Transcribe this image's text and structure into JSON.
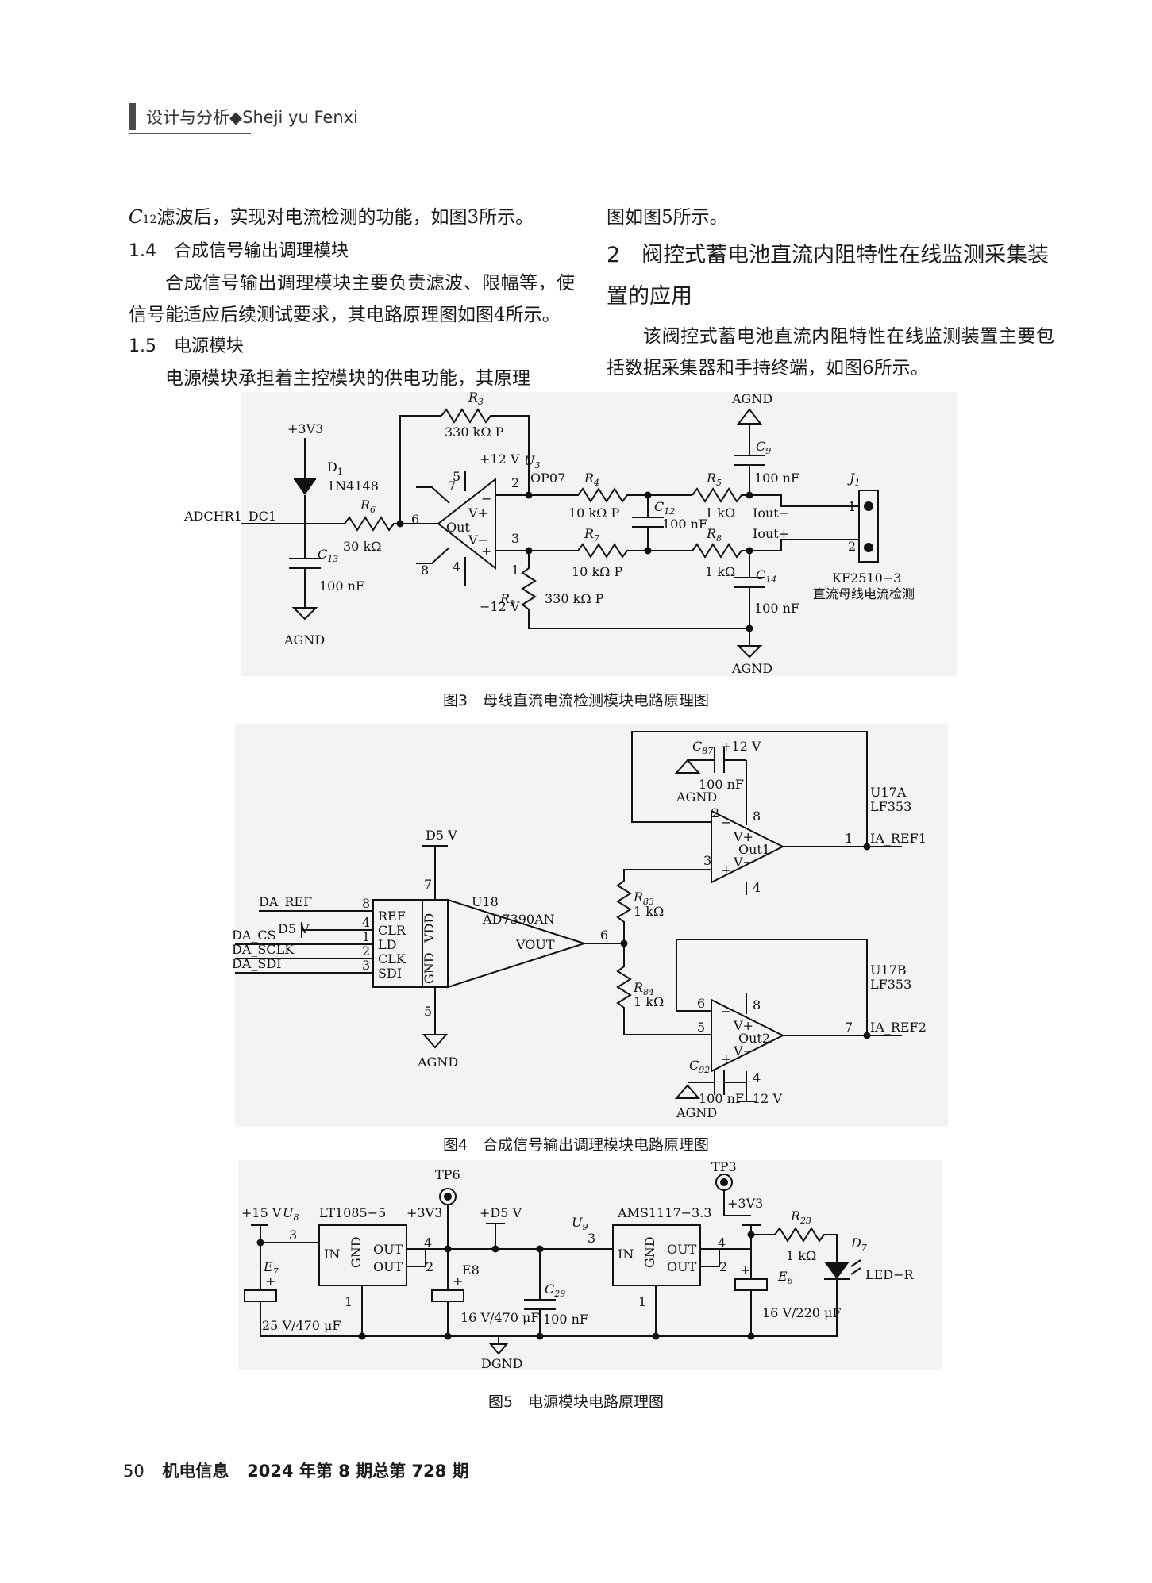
{
  "header": {
    "section_cn": "设计与分析",
    "diamond": "◆",
    "section_en": "Sheji  yu Fenxi"
  },
  "left_col": {
    "p1_sym": "C",
    "p1_sub": "12",
    "p1_rest": "滤波后，实现对电流检测的功能，如图3所示。",
    "s14": "1.4　合成信号输出调理模块",
    "p2": "合成信号输出调理模块主要负责滤波、限幅等，使信号能适应后续测试要求，其电路原理图如图4所示。",
    "s15": "1.5　电源模块",
    "p3": "电源模块承担着主控模块的供电功能，其原理"
  },
  "right_col": {
    "p1": "图如图5所示。",
    "h2": "2　阀控式蓄电池直流内阻特性在线监测采集装置的应用",
    "p2": "该阀控式蓄电池直流内阻特性在线监测装置主要包括数据采集器和手持终端，如图6所示。"
  },
  "fig3": {
    "caption": "图3　母线直流电流检测模块电路原理图",
    "v33": "+3V3",
    "d1": "D",
    "d1_sub": "1",
    "d1_part": "1N4148",
    "adc": "ADCHR1_DC1",
    "r6": "R",
    "r6_sub": "6",
    "r6_val": "30 kΩ",
    "c13": "C",
    "c13_sub": "13",
    "c13_val": "100 nF",
    "agnd": "AGND",
    "r3": "R",
    "r3_sub": "3",
    "r3_val": "330 kΩ P",
    "p12": "+12 V",
    "m12": "−12 V",
    "u3": "U",
    "u3_sub": "3",
    "u3_part": "OP07",
    "vp": "V+",
    "vm": "V−",
    "out": "Out",
    "pin5": "5",
    "pin7": "7",
    "pin6": "6",
    "pin2": "2",
    "pin3": "3",
    "pin8": "8",
    "pin4": "4",
    "pin1": "1",
    "minus": "−",
    "plus": "+",
    "r4": "R",
    "r4_sub": "4",
    "r4_val": "10 kΩ P",
    "c12": "C",
    "c12_sub": "12",
    "c12_val": "100 nF",
    "r7": "R",
    "r7_sub": "7",
    "r7_val": "10 kΩ P",
    "r9": "R",
    "r9_sub": "9",
    "r9_val": "330 kΩ P",
    "r5": "R",
    "r5_sub": "5",
    "r5_val": "1 kΩ",
    "r8": "R",
    "r8_sub": "8",
    "r8_val": "1 kΩ",
    "c9": "C",
    "c9_sub": "9",
    "c9_val": "100 nF",
    "c14": "C",
    "c14_sub": "14",
    "c14_val": "100 nF",
    "iout_m": "Iout−",
    "iout_p": "Iout+",
    "j1": "J",
    "j1_sub": "1",
    "j1_p1": "1",
    "j1_p2": "2",
    "kf": "KF2510−3",
    "bus": "直流母线电流检测"
  },
  "fig4": {
    "caption": "图4　合成信号输出调理模块电路原理图",
    "d5v": "D5 V",
    "u18": "U18",
    "ad": "AD7390AN",
    "da_ref": "DA_REF",
    "da_cs": "DA_CS",
    "da_sclk": "DA_SCLK",
    "da_sdi": "DA_SDI",
    "d5v2": "D5 V",
    "ref": "REF",
    "clr": "CLR",
    "ld": "LD",
    "clk": "CLK",
    "sdi": "SDI",
    "vdd": "VDD",
    "gnd": "GND",
    "vout": "VOUT",
    "p8": "8",
    "p4": "4",
    "p1": "1",
    "p2": "2",
    "p3": "3",
    "p7": "7",
    "p5": "5",
    "p6": "6",
    "agnd": "AGND",
    "r83": "R",
    "r83_sub": "83",
    "r83_val": "1 kΩ",
    "r84": "R",
    "r84_sub": "84",
    "r84_val": "1 kΩ",
    "c87": "C",
    "c87_sub": "87",
    "c87_val": "100 nF",
    "p12": "+12 V",
    "u17a": "U17A",
    "lf_a": "LF353",
    "ia1": "IA_REF1",
    "u17b": "U17B",
    "lf_b": "LF353",
    "ia2": "IA_REF2",
    "vp": "V+",
    "vm": "V−",
    "out1": "Out1",
    "out2": "Out2",
    "c92": "C",
    "c92_sub": "92",
    "c92_val": "100 nF",
    "v12": "12 V",
    "a2": "2",
    "a3": "3",
    "a8": "8",
    "a4": "4",
    "a1": "1",
    "b6": "6",
    "b5": "5",
    "b8": "8",
    "b4": "4",
    "b7": "7",
    "minus": "−",
    "plus": "+"
  },
  "fig5": {
    "caption": "图5　电源模块电路原理图",
    "p15": "+15 V",
    "u8": "U",
    "u8_sub": "8",
    "lt": "LT1085−5",
    "in": "IN",
    "gnd": "GND",
    "out": "OUT",
    "v33": "+3V3",
    "tp6": "TP6",
    "d5v": "+D5 V",
    "e7": "E",
    "e7_sub": "7",
    "e7_val": "25 V/470 μF",
    "e8": "E8",
    "e8_val": "16 V/470 μF",
    "c29": "C",
    "c29_sub": "29",
    "c29_val": "100 nF",
    "u9": "U",
    "u9_sub": "9",
    "ams": "AMS1117−3.3",
    "tp3": "TP3",
    "v33b": "+3V3",
    "r23": "R",
    "r23_sub": "23",
    "r23_val": "1 kΩ",
    "e6": "E",
    "e6_sub": "6",
    "e6_val": "16 V/220 μF",
    "d7": "D",
    "d7_sub": "7",
    "led": "LED−R",
    "dgnd": "DGND",
    "n3": "3",
    "n4": "4",
    "n2": "2",
    "n1": "1",
    "plus": "+"
  },
  "footer": {
    "page": "50",
    "journal": "机电信息",
    "issue": "2024 年第 8 期总第 728 期"
  }
}
